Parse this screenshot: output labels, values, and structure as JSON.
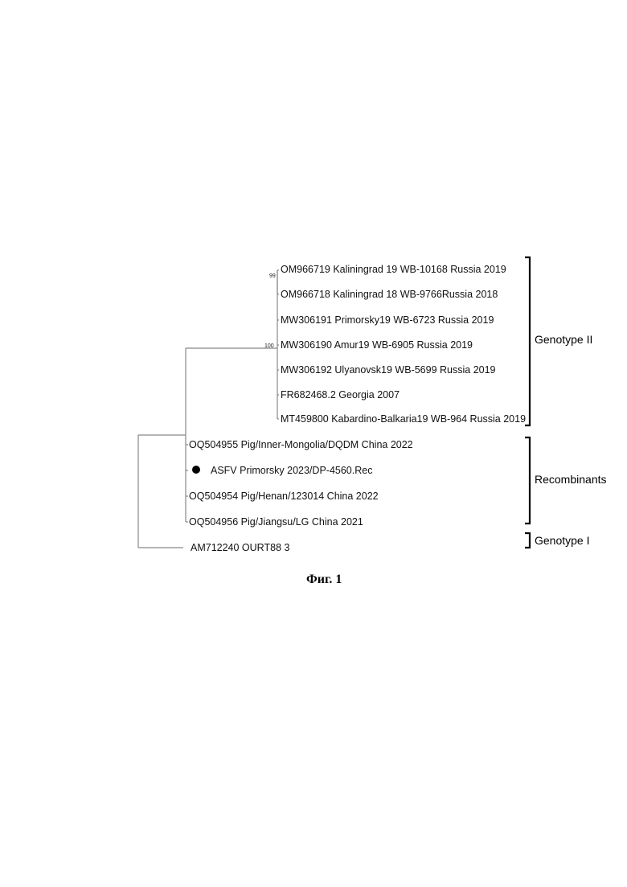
{
  "tree": {
    "genotype2_leaves": [
      "OM966719 Kaliningrad 19 WB-10168 Russia 2019",
      "OM966718 Kaliningrad 18 WB-9766Russia 2018",
      "MW306191 Primorsky19 WB-6723 Russia 2019",
      "MW306190 Amur19 WB-6905 Russia 2019",
      "MW306192 Ulyanovsk19 WB-5699 Russia 2019",
      "FR682468.2 Georgia 2007",
      "MT459800 Kabardino-Balkaria19 WB-964 Russia 2019"
    ],
    "recombinant_leaves": [
      "OQ504955 Pig/Inner-Mongolia/DQDM China 2022",
      "ASFV Primorsky 2023/DP-4560.Rec",
      "OQ504954 Pig/Henan/123014 China 2022",
      "OQ504956 Pig/Jiangsu/LG China 2021"
    ],
    "outgroup_leaf": "AM712240 OURT88 3",
    "bootstrap": {
      "kaliningrad": "99",
      "genotype2": "100"
    },
    "groups": {
      "genotype2": "Genotype II",
      "recombinants": "Recombinants",
      "genotype1": "Genotype I"
    },
    "highlighted_marker": "filled-circle"
  },
  "caption": "Фиг. 1"
}
